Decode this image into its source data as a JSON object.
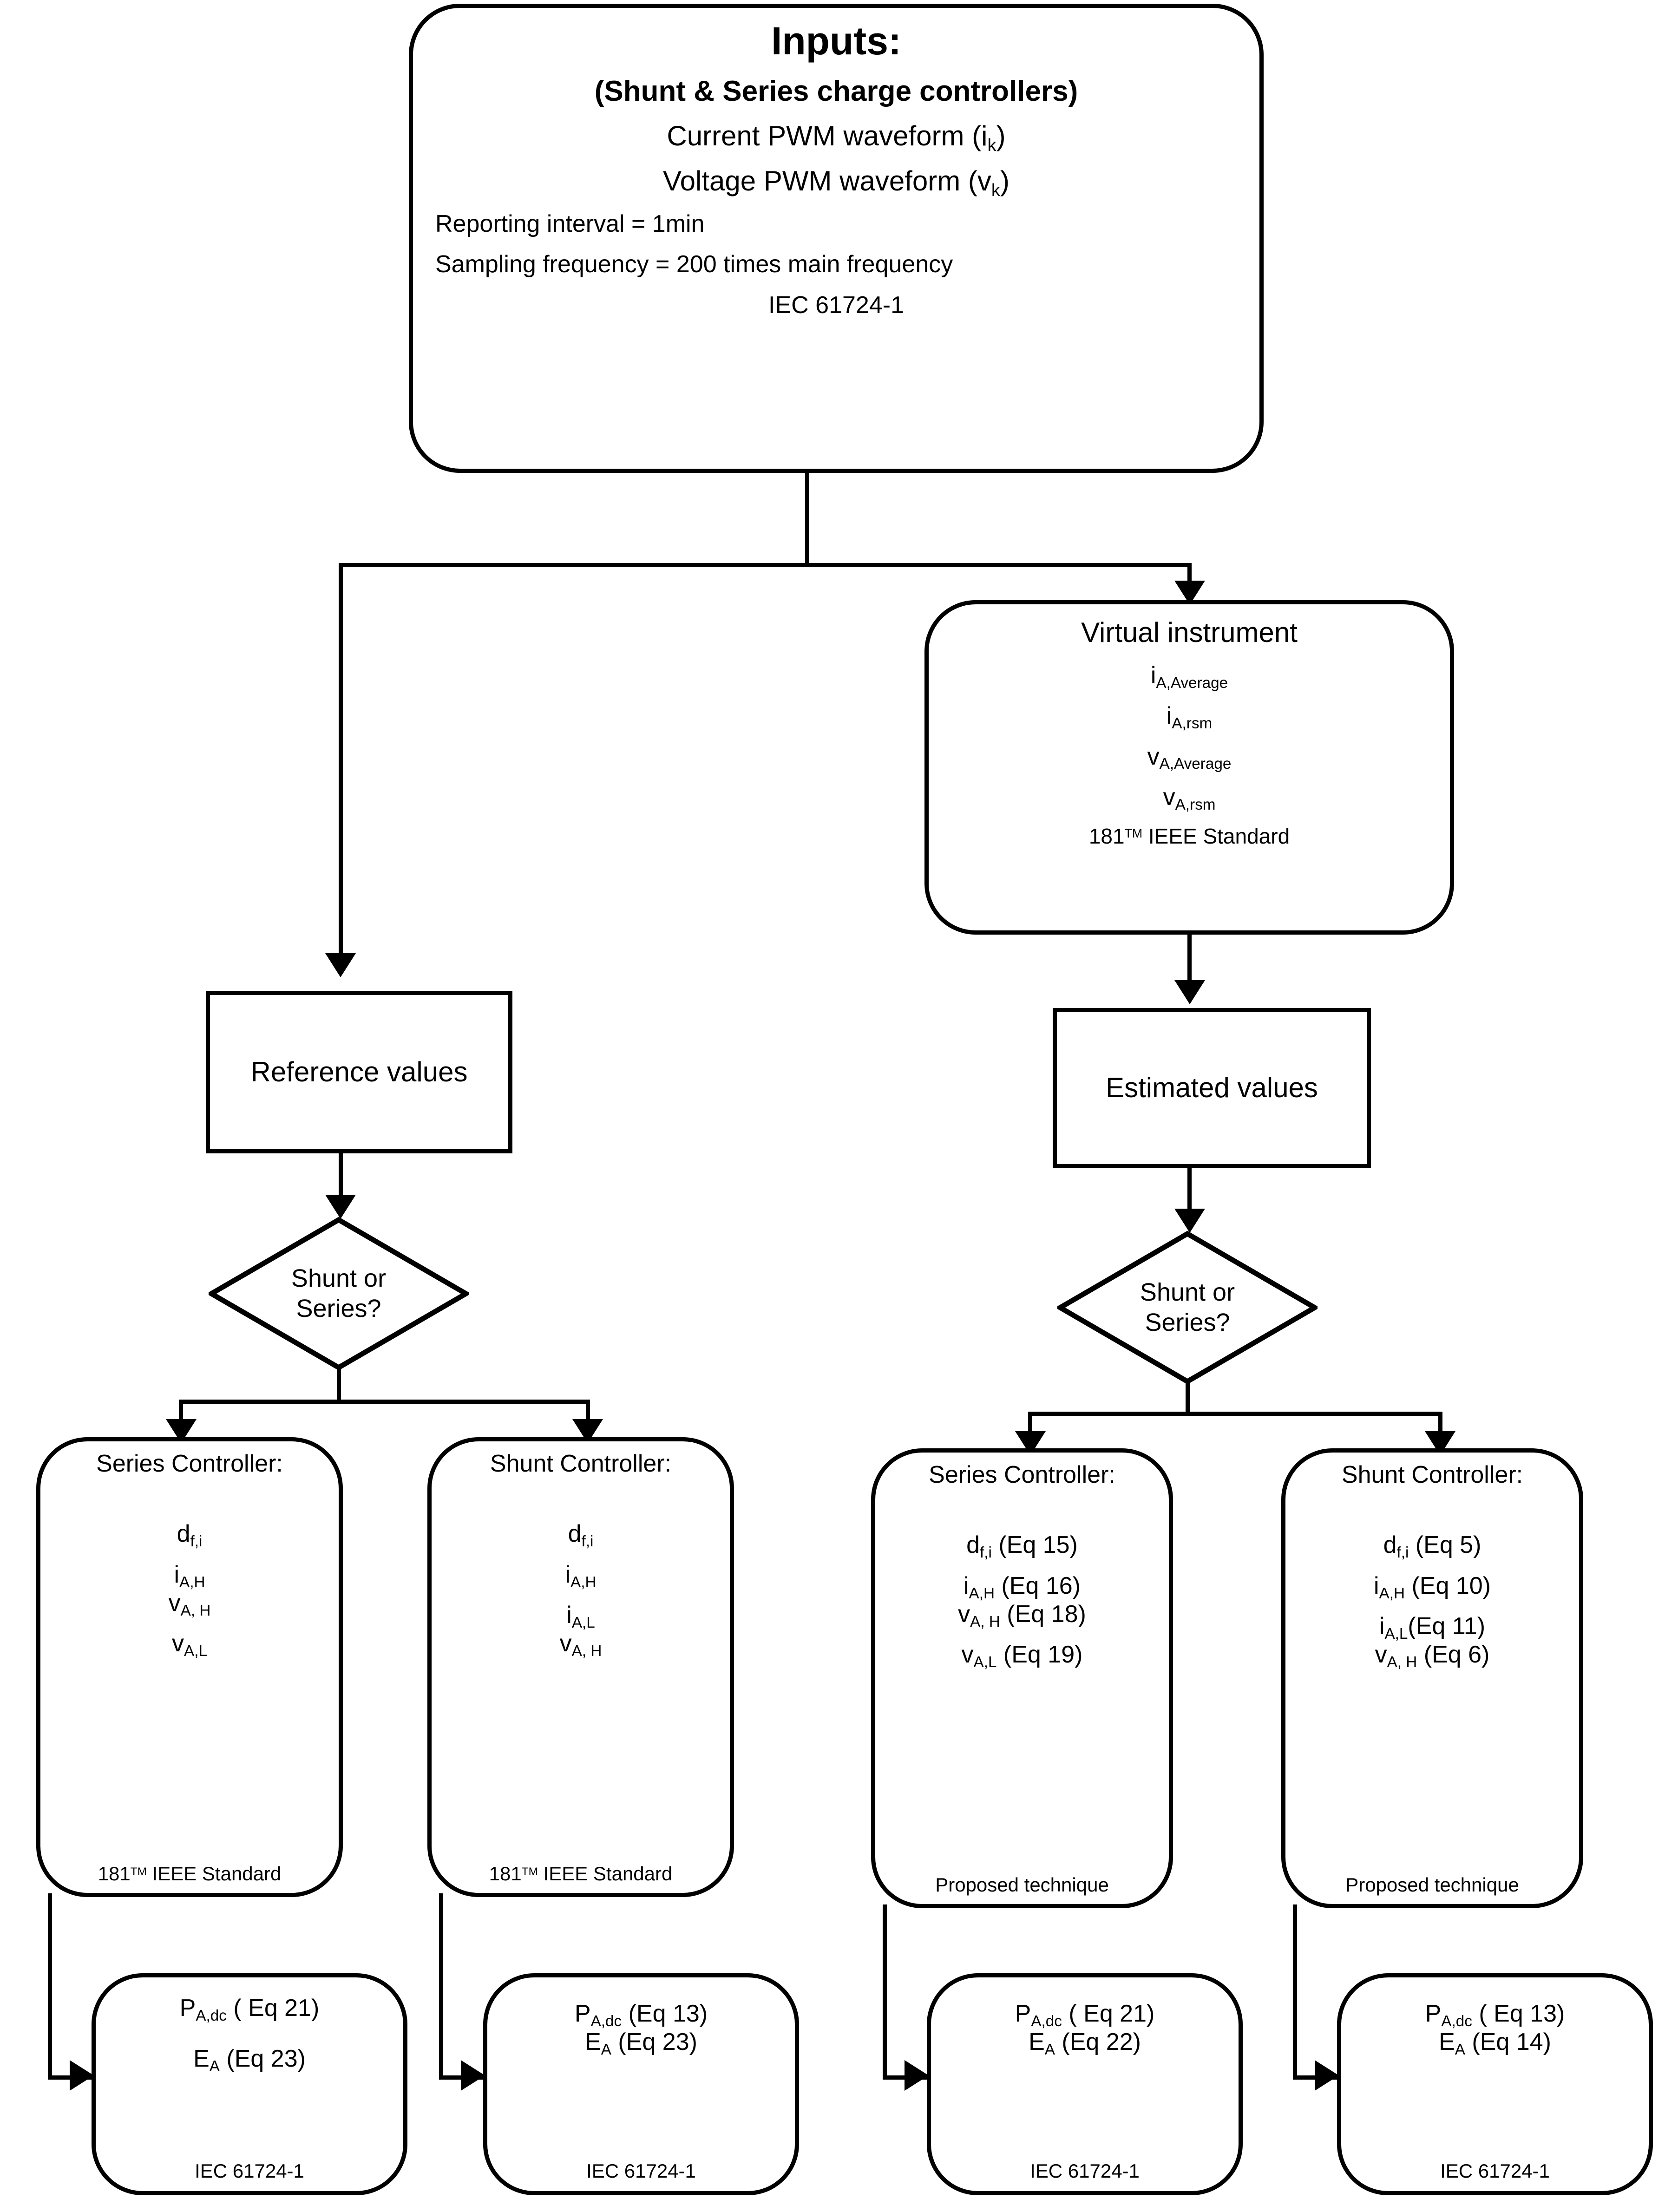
{
  "diagram": {
    "title_node": {
      "heading": "Inputs:",
      "subheading": "(Shunt & Series charge controllers)",
      "lines": [
        {
          "text": "Current PWM waveform (i",
          "sub": "k",
          "tail": ")"
        },
        {
          "text": "Voltage PWM waveform (v",
          "sub": "k",
          "tail": ")"
        }
      ],
      "note1": "Reporting interval = 1min",
      "note2": "Sampling frequency = 200 times main frequency",
      "standard": "IEC 61724-1"
    },
    "virtual_instrument": {
      "heading": "Virtual instrument",
      "quantities": [
        {
          "base": "i",
          "sub": "A,Average"
        },
        {
          "base": "i",
          "sub": "A,rsm"
        },
        {
          "base": "v",
          "sub": "A,Average"
        },
        {
          "base": "v",
          "sub": "A,rsm"
        }
      ],
      "standard_num": "181",
      "standard_tm": "TM",
      "standard_rest": " IEEE Standard"
    },
    "reference_values": {
      "label": "Reference values"
    },
    "estimated_values": {
      "label": "Estimated values"
    },
    "decision_left": {
      "line1": "Shunt or",
      "line2": "Series?"
    },
    "decision_right": {
      "line1": "Shunt or",
      "line2": "Series?"
    },
    "controllers": [
      {
        "title": "Series Controller:",
        "items": [
          {
            "base": "d",
            "sub": "f,i",
            "eq": ""
          },
          {
            "base": "i",
            "sub": "A,H",
            "eq": ""
          },
          {
            "base": "v",
            "sub": "A, H",
            "eq": ""
          },
          {
            "base": "v",
            "sub": "A,L",
            "eq": ""
          }
        ],
        "footer_num": "181",
        "footer_tm": "TM",
        "footer_rest": " IEEE Standard",
        "footer_plain": ""
      },
      {
        "title": "Shunt Controller:",
        "items": [
          {
            "base": "d",
            "sub": "f,i",
            "eq": ""
          },
          {
            "base": "i",
            "sub": "A,H",
            "eq": ""
          },
          {
            "base": "i",
            "sub": "A,L",
            "eq": ""
          },
          {
            "base": "v",
            "sub": "A, H",
            "eq": ""
          }
        ],
        "footer_num": "181",
        "footer_tm": "TM",
        "footer_rest": " IEEE Standard",
        "footer_plain": ""
      },
      {
        "title": "Series Controller:",
        "items": [
          {
            "base": "d",
            "sub": "f,i",
            "eq": " (Eq 15)"
          },
          {
            "base": "i",
            "sub": "A,H",
            "eq": " (Eq 16)"
          },
          {
            "base": "v",
            "sub": "A, H",
            "eq": " (Eq 18)"
          },
          {
            "base": "v",
            "sub": "A,L",
            "eq": " (Eq 19)"
          }
        ],
        "footer_num": "",
        "footer_tm": "",
        "footer_rest": "",
        "footer_plain": "Proposed technique"
      },
      {
        "title": "Shunt Controller:",
        "items": [
          {
            "base": "d",
            "sub": "f,i",
            "eq": "  (Eq 5)"
          },
          {
            "base": "i",
            "sub": "A,H",
            "eq": " (Eq 10)"
          },
          {
            "base": "i",
            "sub": "A,L",
            "eq": "(Eq 11)"
          },
          {
            "base": "v",
            "sub": "A, H",
            "eq": "  (Eq 6)"
          }
        ],
        "footer_num": "",
        "footer_tm": "",
        "footer_rest": "",
        "footer_plain": "Proposed technique"
      }
    ],
    "results": [
      {
        "power": {
          "base": "P",
          "sub": "A,dc",
          "eq": " ( Eq 21)"
        },
        "energy": {
          "base": "E",
          "sub": "A",
          "eq": " (Eq 23)"
        },
        "standard": "IEC 61724-1"
      },
      {
        "power": {
          "base": "P",
          "sub": "A,dc",
          "eq": " (Eq 13)"
        },
        "energy": {
          "base": "E",
          "sub": "A",
          "eq": " (Eq 23)"
        },
        "standard": "IEC 61724-1"
      },
      {
        "power": {
          "base": "P",
          "sub": "A,dc",
          "eq": " ( Eq 21)"
        },
        "energy": {
          "base": "E",
          "sub": "A",
          "eq": " (Eq 22)"
        },
        "standard": "IEC 61724-1"
      },
      {
        "power": {
          "base": "P",
          "sub": "A,dc",
          "eq": " ( Eq 13)"
        },
        "energy": {
          "base": "E",
          "sub": "A",
          "eq": " (Eq 14)"
        },
        "standard": "IEC 61724-1"
      }
    ]
  },
  "colors": {
    "stroke": "#000000",
    "fill": "#ffffff"
  }
}
